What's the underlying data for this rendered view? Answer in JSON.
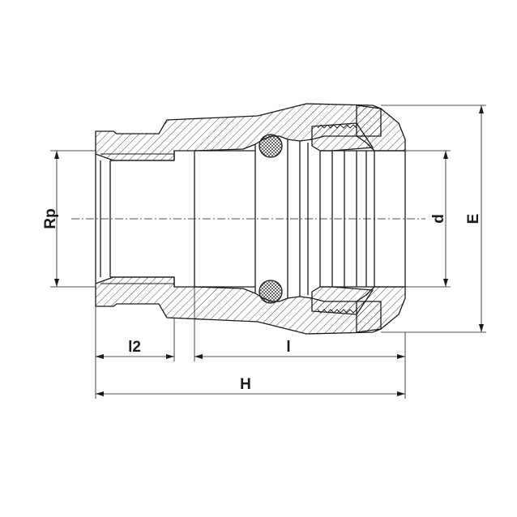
{
  "dimensions": {
    "rp": "Rp",
    "d": "d",
    "e": "E",
    "l2": "l2",
    "l": "l",
    "h": "H"
  }
}
